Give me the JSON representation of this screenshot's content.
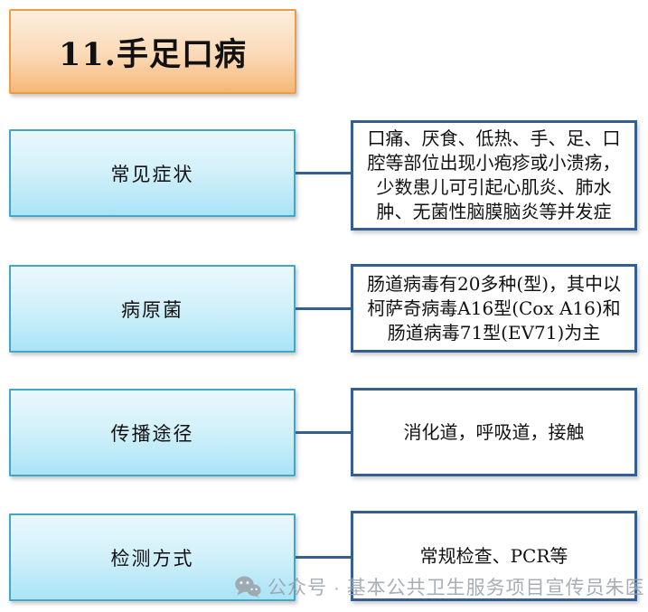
{
  "title": {
    "text": "11.手足口病"
  },
  "rows": [
    {
      "label": "常见症状",
      "description": "口痛、厌食、低热、手、足、口腔等部位出现小疱疹或小溃疡，少数患儿可引起心肌炎、肺水肿、无菌性脑膜脑炎等并发症"
    },
    {
      "label": "病原菌",
      "description": "肠道病毒有20多种(型)，其中以柯萨奇病毒A16型(Cox A16)和肠道病毒71型(EV71)为主"
    },
    {
      "label": "传播途径",
      "description": "消化道，呼吸道，接触"
    },
    {
      "label": "检测方式",
      "description": "常规检查、PCR等"
    }
  ],
  "watermark": {
    "icon": "wechat-icon",
    "text": "公众号 · 基本公共卫生服务项目宣传员朱医"
  },
  "colors": {
    "title_border": "#eb9c49",
    "title_grad_top": "#fdeedd",
    "title_grad_bottom": "#f5b778",
    "label_border": "#44a6c6",
    "label_grad_top": "#e9f8fd",
    "label_grad_bottom": "#a9e4f6",
    "detail_border": "#365f91",
    "connector": "#365f91",
    "watermark": "#9aa0a8"
  }
}
